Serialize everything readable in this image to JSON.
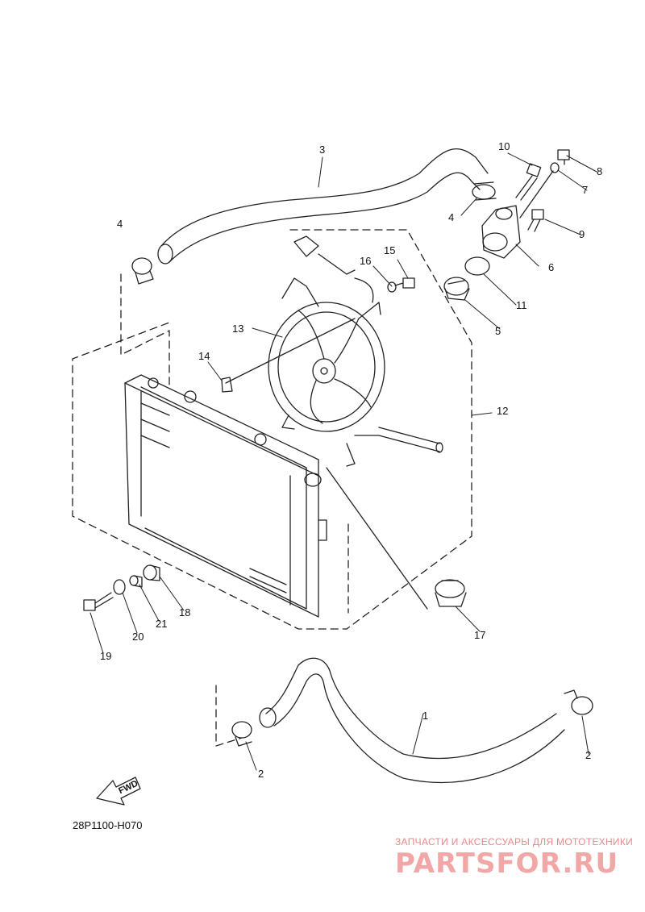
{
  "diagram": {
    "code": "28P1100-H070",
    "fwd_label": "FWD",
    "callouts": [
      "3",
      "10",
      "8",
      "7",
      "4",
      "9",
      "4",
      "6",
      "15",
      "16",
      "11",
      "5",
      "13",
      "14",
      "12",
      "17",
      "18",
      "21",
      "20",
      "19",
      "1",
      "2",
      "2"
    ]
  },
  "watermark": {
    "line1": "ЗАПЧАСТИ И АКСЕССУАРЫ ДЛЯ МОТОТЕХНИКИ",
    "line2": "PARTSFOR.RU"
  },
  "colors": {
    "line": "#222222",
    "watermark": "#e89a9a"
  }
}
